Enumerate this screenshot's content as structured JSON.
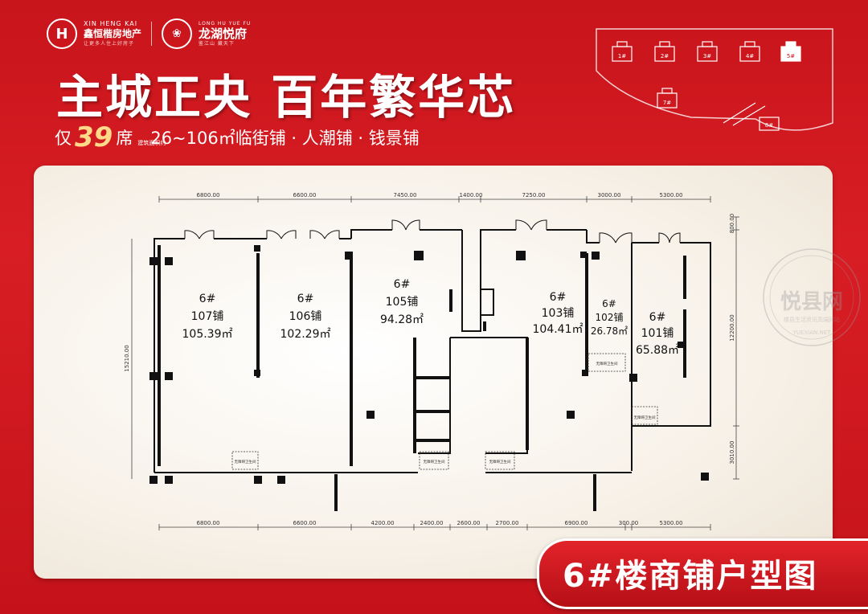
{
  "branding": {
    "company_en": "XIN HENG KAI",
    "company_cn": "鑫恒楷房地产",
    "company_slogan": "让更多人住上好房子",
    "project_en": "LONG HU YUE FU",
    "project_cn": "龙湖悦府",
    "project_slogan": "鉴江山 藏天下",
    "logo_letter": "H"
  },
  "headline": "主城正央 百年繁华芯",
  "subheadline": {
    "prefix": "仅",
    "count": "39",
    "suffix": "席",
    "tiny_label": "建筑面积约",
    "detail": "26~106㎡临街铺 · 人潮铺 · 钱景铺"
  },
  "site_plan": {
    "buildings": [
      "1#",
      "2#",
      "3#",
      "4#",
      "5#",
      "7#",
      "8#"
    ]
  },
  "floor_plan": {
    "top_dims": [
      "6800.00",
      "6600.00",
      "7450.00",
      "1400.00",
      "7250.00",
      "3000.00",
      "5300.00"
    ],
    "bottom_dims": [
      "6800.00",
      "6600.00",
      "4200.00",
      "2400.00",
      "2600.00",
      "2700.00",
      "6900.00",
      "300.00",
      "5300.00"
    ],
    "left_dim": "15210.00",
    "right_dims": [
      "800.00",
      "12200.00",
      "3010.00"
    ],
    "restroom_label": "无障碍卫生间",
    "units": [
      {
        "building": "6#",
        "name": "107铺",
        "area": "105.39㎡"
      },
      {
        "building": "6#",
        "name": "106铺",
        "area": "102.29㎡"
      },
      {
        "building": "6#",
        "name": "105铺",
        "area": "94.28㎡"
      },
      {
        "building": "6#",
        "name": "103铺",
        "area": "104.41㎡"
      },
      {
        "building": "6#",
        "name": "102铺",
        "area": "26.78㎡"
      },
      {
        "building": "6#",
        "name": "101铺",
        "area": "65.88㎡"
      }
    ]
  },
  "watermark": {
    "cn": "悦县网",
    "sub": "楼县生活资讯高端网站",
    "en": "YUEXIAN.NET"
  },
  "badge": "6#楼商铺户型图",
  "colors": {
    "primary_red": "#d81e24",
    "gold": "#ffd98a",
    "card": "#f7f1e8",
    "wall": "#111111"
  }
}
